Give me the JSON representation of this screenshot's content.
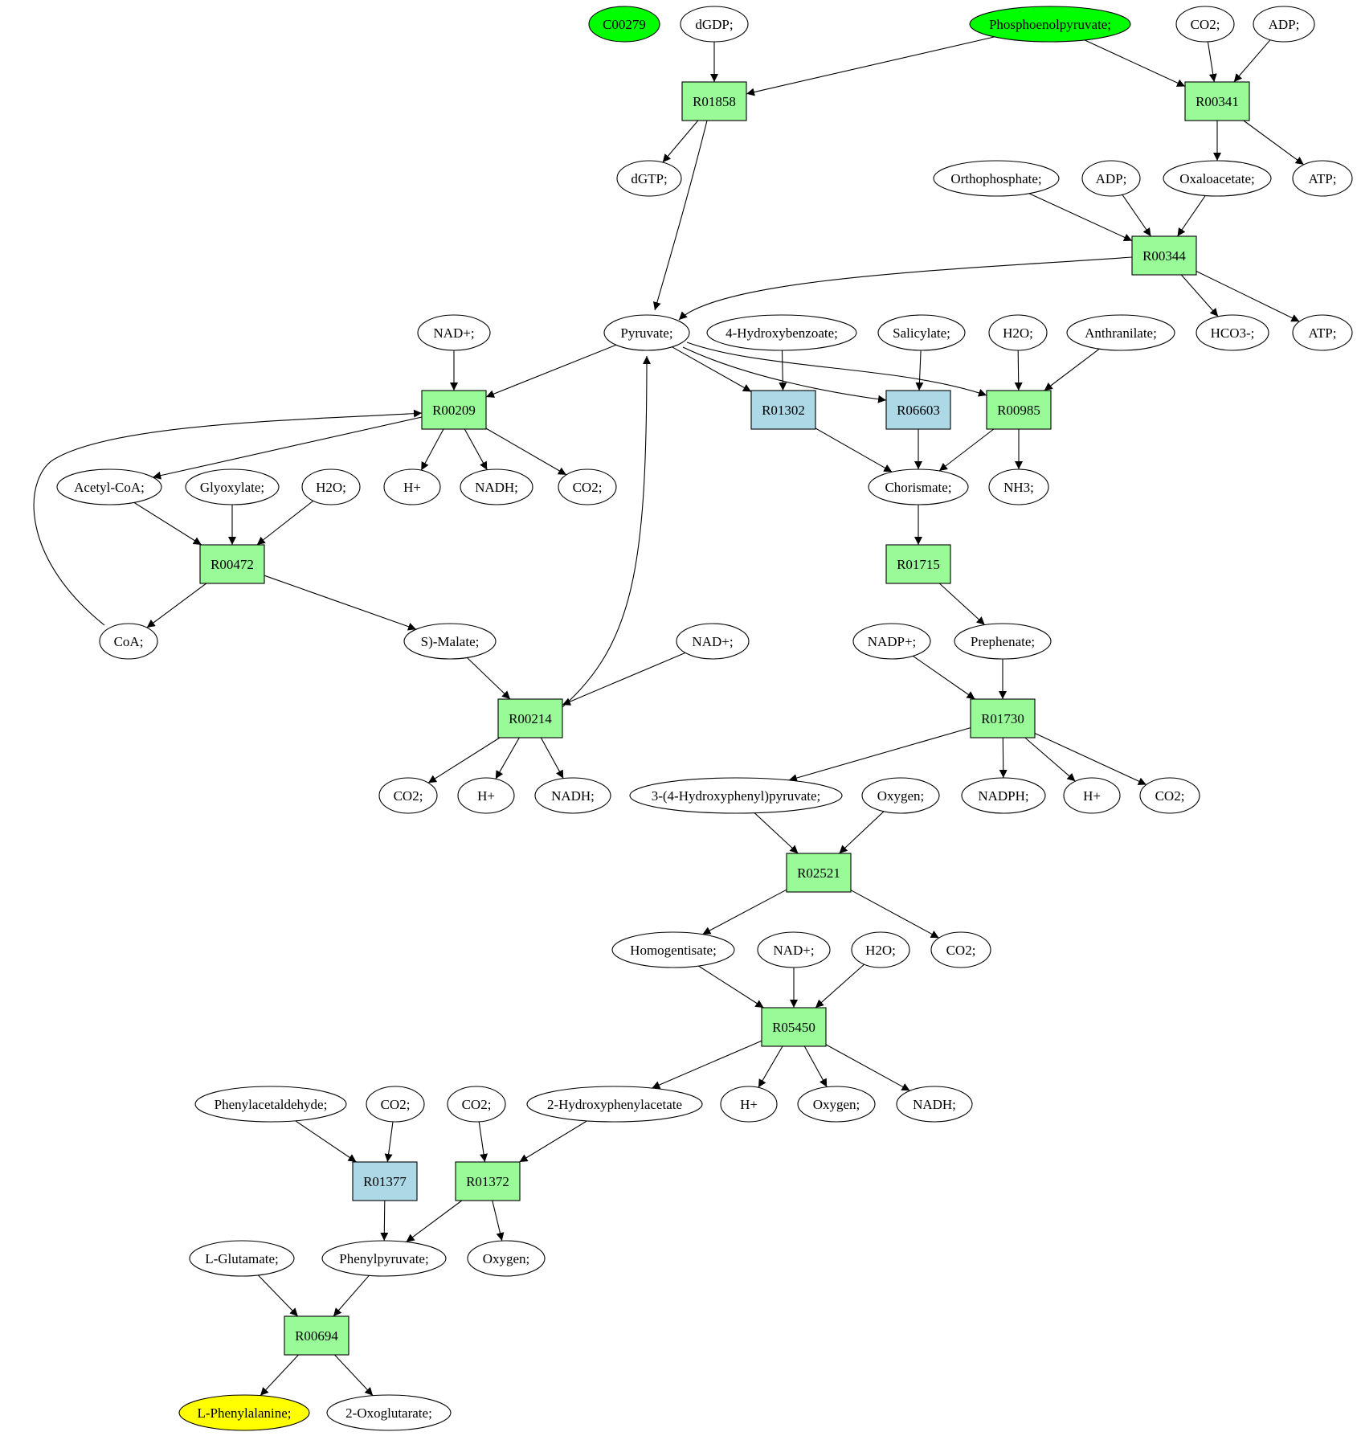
{
  "colors": {
    "reaction_default": "#98fb98",
    "reaction_alt": "#add8e6",
    "source": "#00ff00",
    "target": "#ffff00",
    "compound": "#ffffff"
  },
  "nodes": {
    "c_C00279": {
      "label": "C00279",
      "shape": "ellipse",
      "fill": "#00ff00"
    },
    "c_dGDP": {
      "label": "dGDP;",
      "shape": "ellipse"
    },
    "c_PEP": {
      "label": "Phosphoenolpyruvate;",
      "shape": "ellipse",
      "fill": "#00ff00"
    },
    "c_CO2_a": {
      "label": "CO2;",
      "shape": "ellipse"
    },
    "c_ADP_a": {
      "label": "ADP;",
      "shape": "ellipse"
    },
    "r_R01858": {
      "label": "R01858",
      "shape": "box"
    },
    "r_R00341": {
      "label": "R00341",
      "shape": "box"
    },
    "c_dGTP": {
      "label": "dGTP;",
      "shape": "ellipse"
    },
    "c_Ortho": {
      "label": "Orthophosphate;",
      "shape": "ellipse"
    },
    "c_ADP_b": {
      "label": "ADP;",
      "shape": "ellipse"
    },
    "c_Oxaloacetate": {
      "label": "Oxaloacetate;",
      "shape": "ellipse"
    },
    "c_ATP_a": {
      "label": "ATP;",
      "shape": "ellipse"
    },
    "r_R00344": {
      "label": "R00344",
      "shape": "box"
    },
    "c_NADp_a": {
      "label": "NAD+;",
      "shape": "ellipse"
    },
    "c_Pyruvate": {
      "label": "Pyruvate;",
      "shape": "ellipse"
    },
    "c_4HB": {
      "label": "4-Hydroxybenzoate;",
      "shape": "ellipse"
    },
    "c_Salicylate": {
      "label": "Salicylate;",
      "shape": "ellipse"
    },
    "c_H2O_a": {
      "label": "H2O;",
      "shape": "ellipse"
    },
    "c_Anthranilate": {
      "label": "Anthranilate;",
      "shape": "ellipse"
    },
    "c_HCO3": {
      "label": "HCO3-;",
      "shape": "ellipse"
    },
    "c_ATP_b": {
      "label": "ATP;",
      "shape": "ellipse"
    },
    "r_R00209": {
      "label": "R00209",
      "shape": "box"
    },
    "r_R01302": {
      "label": "R01302",
      "shape": "box",
      "fill": "#add8e6"
    },
    "r_R06603": {
      "label": "R06603",
      "shape": "box",
      "fill": "#add8e6"
    },
    "r_R00985": {
      "label": "R00985",
      "shape": "box"
    },
    "c_AcetylCoA": {
      "label": "Acetyl-CoA;",
      "shape": "ellipse"
    },
    "c_Glyoxylate": {
      "label": "Glyoxylate;",
      "shape": "ellipse"
    },
    "c_H2O_b": {
      "label": "H2O;",
      "shape": "ellipse"
    },
    "c_Hp_a": {
      "label": "H+",
      "shape": "ellipse"
    },
    "c_NADH_a": {
      "label": "NADH;",
      "shape": "ellipse"
    },
    "c_CO2_b": {
      "label": "CO2;",
      "shape": "ellipse"
    },
    "c_Chorismate": {
      "label": "Chorismate;",
      "shape": "ellipse"
    },
    "c_NH3": {
      "label": "NH3;",
      "shape": "ellipse"
    },
    "r_R00472": {
      "label": "R00472",
      "shape": "box"
    },
    "r_R01715": {
      "label": "R01715",
      "shape": "box"
    },
    "c_CoA": {
      "label": "CoA;",
      "shape": "ellipse"
    },
    "c_Malate": {
      "label": "S)-Malate;",
      "shape": "ellipse"
    },
    "c_NADp_b": {
      "label": "NAD+;",
      "shape": "ellipse"
    },
    "c_NADPp": {
      "label": "NADP+;",
      "shape": "ellipse"
    },
    "c_Prephenate": {
      "label": "Prephenate;",
      "shape": "ellipse"
    },
    "r_R00214": {
      "label": "R00214",
      "shape": "box"
    },
    "r_R01730": {
      "label": "R01730",
      "shape": "box"
    },
    "c_CO2_c": {
      "label": "CO2;",
      "shape": "ellipse"
    },
    "c_Hp_b": {
      "label": "H+",
      "shape": "ellipse"
    },
    "c_NADH_b": {
      "label": "NADH;",
      "shape": "ellipse"
    },
    "c_HPP": {
      "label": "3-(4-Hydroxyphenyl)pyruvate;",
      "shape": "ellipse"
    },
    "c_Oxygen_a": {
      "label": "Oxygen;",
      "shape": "ellipse"
    },
    "c_NADPH": {
      "label": "NADPH;",
      "shape": "ellipse"
    },
    "c_Hp_c": {
      "label": "H+",
      "shape": "ellipse"
    },
    "c_CO2_d": {
      "label": "CO2;",
      "shape": "ellipse"
    },
    "r_R02521": {
      "label": "R02521",
      "shape": "box"
    },
    "c_Homogentisate": {
      "label": "Homogentisate;",
      "shape": "ellipse"
    },
    "c_NADp_c": {
      "label": "NAD+;",
      "shape": "ellipse"
    },
    "c_H2O_c": {
      "label": "H2O;",
      "shape": "ellipse"
    },
    "c_CO2_e": {
      "label": "CO2;",
      "shape": "ellipse"
    },
    "r_R05450": {
      "label": "R05450",
      "shape": "box"
    },
    "c_Phenylacetaldehyde": {
      "label": "Phenylacetaldehyde;",
      "shape": "ellipse"
    },
    "c_CO2_f": {
      "label": "CO2;",
      "shape": "ellipse"
    },
    "c_CO2_g": {
      "label": "CO2;",
      "shape": "ellipse"
    },
    "c_2HPA": {
      "label": "2-Hydroxyphenylacetate",
      "shape": "ellipse"
    },
    "c_Hp_d": {
      "label": "H+",
      "shape": "ellipse"
    },
    "c_Oxygen_b": {
      "label": "Oxygen;",
      "shape": "ellipse"
    },
    "c_NADH_c": {
      "label": "NADH;",
      "shape": "ellipse"
    },
    "r_R01377": {
      "label": "R01377",
      "shape": "box",
      "fill": "#add8e6"
    },
    "r_R01372": {
      "label": "R01372",
      "shape": "box"
    },
    "c_LGlutamate": {
      "label": "L-Glutamate;",
      "shape": "ellipse"
    },
    "c_Phenylpyruvate": {
      "label": "Phenylpyruvate;",
      "shape": "ellipse"
    },
    "c_Oxygen_c": {
      "label": "Oxygen;",
      "shape": "ellipse"
    },
    "r_R00694": {
      "label": "R00694",
      "shape": "box"
    },
    "c_LPhe": {
      "label": "L-Phenylalanine;",
      "shape": "ellipse",
      "fill": "#ffff00"
    },
    "c_2OG": {
      "label": "2-Oxoglutarate;",
      "shape": "ellipse"
    }
  },
  "edges": [
    [
      "c_dGDP",
      "r_R01858"
    ],
    [
      "c_PEP",
      "r_R01858"
    ],
    [
      "c_PEP",
      "r_R00341"
    ],
    [
      "c_CO2_a",
      "r_R00341"
    ],
    [
      "c_ADP_a",
      "r_R00341"
    ],
    [
      "r_R01858",
      "c_dGTP"
    ],
    [
      "r_R01858",
      "c_Pyruvate"
    ],
    [
      "r_R00341",
      "c_Oxaloacetate"
    ],
    [
      "r_R00341",
      "c_ATP_a"
    ],
    [
      "c_Ortho",
      "r_R00344"
    ],
    [
      "c_ADP_b",
      "r_R00344"
    ],
    [
      "c_Oxaloacetate",
      "r_R00344"
    ],
    [
      "r_R00344",
      "c_Pyruvate"
    ],
    [
      "r_R00344",
      "c_HCO3"
    ],
    [
      "r_R00344",
      "c_ATP_b"
    ],
    [
      "c_NADp_a",
      "r_R00209"
    ],
    [
      "c_Pyruvate",
      "r_R00209"
    ],
    [
      "c_Pyruvate",
      "r_R01302"
    ],
    [
      "c_Pyruvate",
      "r_R06603"
    ],
    [
      "c_Pyruvate",
      "r_R00985"
    ],
    [
      "c_4HB",
      "r_R01302"
    ],
    [
      "c_Salicylate",
      "r_R06603"
    ],
    [
      "c_H2O_a",
      "r_R00985"
    ],
    [
      "c_Anthranilate",
      "r_R00985"
    ],
    [
      "r_R00209",
      "c_AcetylCoA"
    ],
    [
      "r_R00209",
      "c_Hp_a"
    ],
    [
      "r_R00209",
      "c_NADH_a"
    ],
    [
      "r_R00209",
      "c_CO2_b"
    ],
    [
      "r_R01302",
      "c_Chorismate"
    ],
    [
      "r_R06603",
      "c_Chorismate"
    ],
    [
      "r_R00985",
      "c_Chorismate"
    ],
    [
      "r_R00985",
      "c_NH3"
    ],
    [
      "c_AcetylCoA",
      "r_R00472"
    ],
    [
      "c_Glyoxylate",
      "r_R00472"
    ],
    [
      "c_H2O_b",
      "r_R00472"
    ],
    [
      "c_CoA",
      "r_R00209"
    ],
    [
      "c_Chorismate",
      "r_R01715"
    ],
    [
      "r_R00472",
      "c_CoA"
    ],
    [
      "r_R00472",
      "c_Malate"
    ],
    [
      "r_R01715",
      "c_Prephenate"
    ],
    [
      "c_Malate",
      "r_R00214"
    ],
    [
      "c_NADp_b",
      "r_R00214"
    ],
    [
      "r_R00214",
      "c_Pyruvate"
    ],
    [
      "c_NADPp",
      "r_R01730"
    ],
    [
      "c_Prephenate",
      "r_R01730"
    ],
    [
      "r_R00214",
      "c_CO2_c"
    ],
    [
      "r_R00214",
      "c_Hp_b"
    ],
    [
      "r_R00214",
      "c_NADH_b"
    ],
    [
      "r_R01730",
      "c_HPP"
    ],
    [
      "r_R01730",
      "c_NADPH"
    ],
    [
      "r_R01730",
      "c_Hp_c"
    ],
    [
      "r_R01730",
      "c_CO2_d"
    ],
    [
      "c_HPP",
      "r_R02521"
    ],
    [
      "c_Oxygen_a",
      "r_R02521"
    ],
    [
      "r_R02521",
      "c_Homogentisate"
    ],
    [
      "r_R02521",
      "c_CO2_e"
    ],
    [
      "c_Homogentisate",
      "r_R05450"
    ],
    [
      "c_NADp_c",
      "r_R05450"
    ],
    [
      "c_H2O_c",
      "r_R05450"
    ],
    [
      "r_R05450",
      "c_2HPA"
    ],
    [
      "r_R05450",
      "c_Hp_d"
    ],
    [
      "r_R05450",
      "c_Oxygen_b"
    ],
    [
      "r_R05450",
      "c_NADH_c"
    ],
    [
      "c_Phenylacetaldehyde",
      "r_R01377"
    ],
    [
      "c_CO2_f",
      "r_R01377"
    ],
    [
      "c_CO2_g",
      "r_R01372"
    ],
    [
      "c_2HPA",
      "r_R01372"
    ],
    [
      "r_R01377",
      "c_Phenylpyruvate"
    ],
    [
      "r_R01372",
      "c_Phenylpyruvate"
    ],
    [
      "r_R01372",
      "c_Oxygen_c"
    ],
    [
      "c_LGlutamate",
      "r_R00694"
    ],
    [
      "c_Phenylpyruvate",
      "r_R00694"
    ],
    [
      "r_R00694",
      "c_LPhe"
    ],
    [
      "r_R00694",
      "c_2OG"
    ]
  ]
}
